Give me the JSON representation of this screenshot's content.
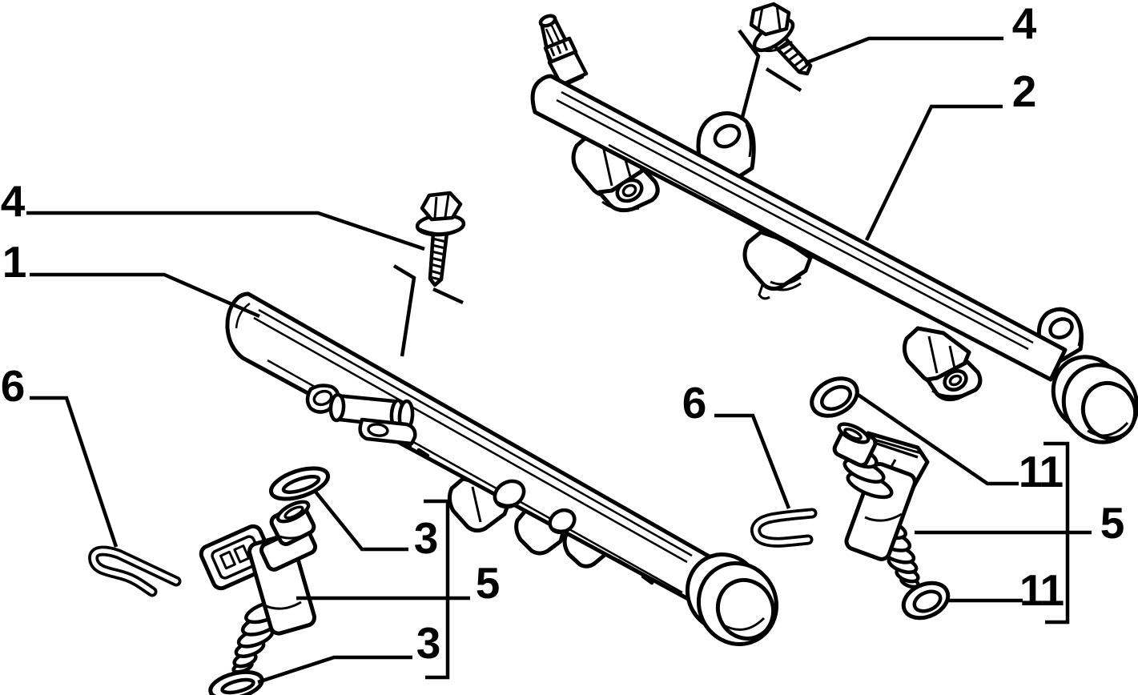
{
  "diagram": {
    "colors": {
      "background": "#ffffff",
      "line": "#000000"
    },
    "callouts": {
      "upper_screw": "4",
      "upper_rail": "2",
      "lower_screw": "4",
      "lower_rail": "1",
      "left_clip": "6",
      "right_clip": "6",
      "left_oring_top": "3",
      "left_injector": "5",
      "left_oring_bottom": "3",
      "right_oring_top": "11",
      "right_injector": "5",
      "right_oring_bottom": "11"
    }
  }
}
